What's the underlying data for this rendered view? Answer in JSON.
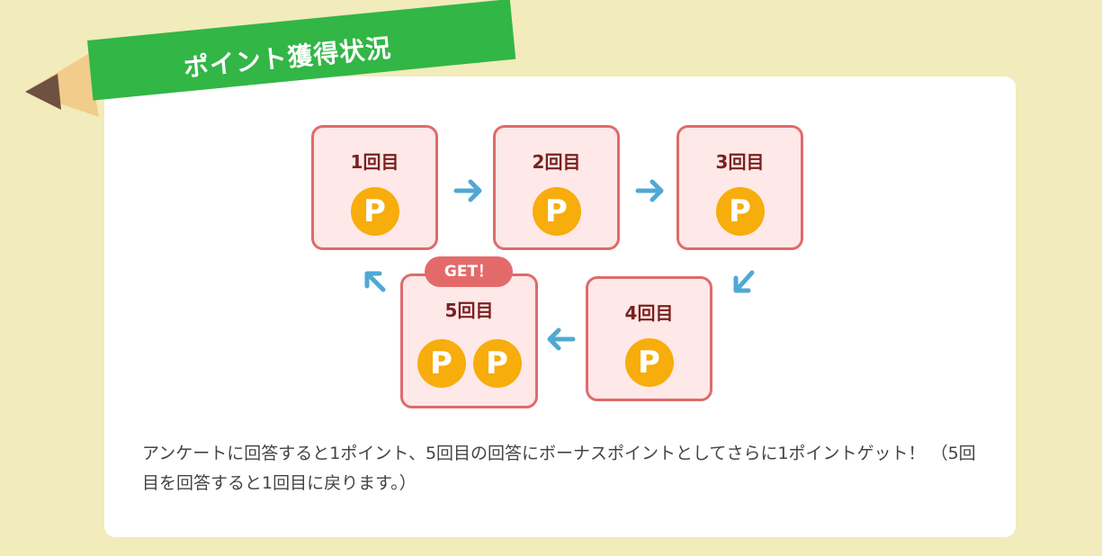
{
  "colors": {
    "background": "#f2ebbb",
    "card": "#ffffff",
    "banner": "#32b646",
    "step_fill": "#ffe8e8",
    "step_border": "#df6b6b",
    "step_text": "#7a2020",
    "coin": "#f7ad0b",
    "arrow": "#4fa9d3",
    "get_badge": "#e46a6a"
  },
  "header": {
    "title": "ポイント獲得状況",
    "decoration_icon": "pencil-icon"
  },
  "steps": [
    {
      "label": "1回目",
      "coins": [
        "P"
      ]
    },
    {
      "label": "2回目",
      "coins": [
        "P"
      ]
    },
    {
      "label": "3回目",
      "coins": [
        "P"
      ]
    },
    {
      "label": "4回目",
      "coins": [
        "P"
      ]
    },
    {
      "label": "5回目",
      "coins": [
        "P",
        "P"
      ],
      "badge": "GET！"
    }
  ],
  "arrow_icon": "arrow-icon",
  "coin_icon": "point-coin-icon",
  "description": "アンケートに回答すると1ポイント、5回目の回答にボーナスポイントとしてさらに1ポイントゲット！ （5回目を回答すると1回目に戻ります。）"
}
